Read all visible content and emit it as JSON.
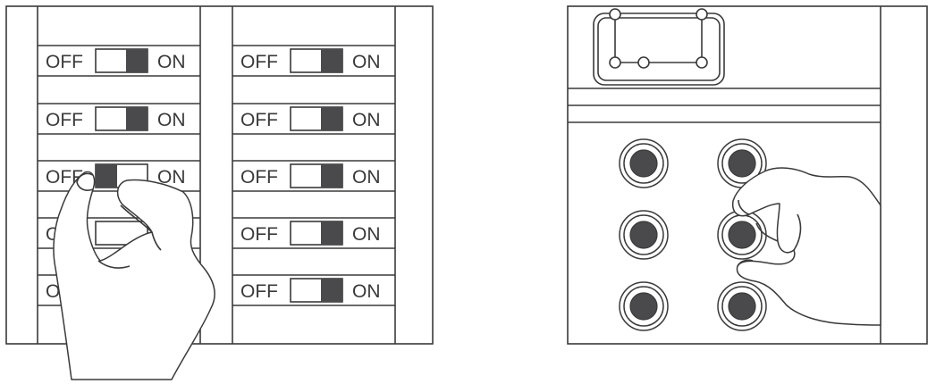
{
  "colors": {
    "stroke": "#3a3a3a",
    "switch_fill": "#4a4a4c",
    "background": "#ffffff"
  },
  "breaker_panel": {
    "off_label": "OFF",
    "on_label": "ON",
    "switches": [
      {
        "column": "left",
        "row": 1,
        "state": "on"
      },
      {
        "column": "left",
        "row": 2,
        "state": "on"
      },
      {
        "column": "left",
        "row": 3,
        "state": "off"
      },
      {
        "column": "left",
        "row": 4,
        "state": "unknown"
      },
      {
        "column": "left",
        "row": 5,
        "state": "unknown"
      },
      {
        "column": "right",
        "row": 1,
        "state": "on"
      },
      {
        "column": "right",
        "row": 2,
        "state": "on"
      },
      {
        "column": "right",
        "row": 3,
        "state": "on"
      },
      {
        "column": "right",
        "row": 4,
        "state": "on"
      },
      {
        "column": "right",
        "row": 5,
        "state": "on"
      }
    ]
  },
  "button_panel": {
    "buttons": 6,
    "icons": [
      "connector-schematic-icon",
      "push-button-icon",
      "hand-icon"
    ]
  }
}
